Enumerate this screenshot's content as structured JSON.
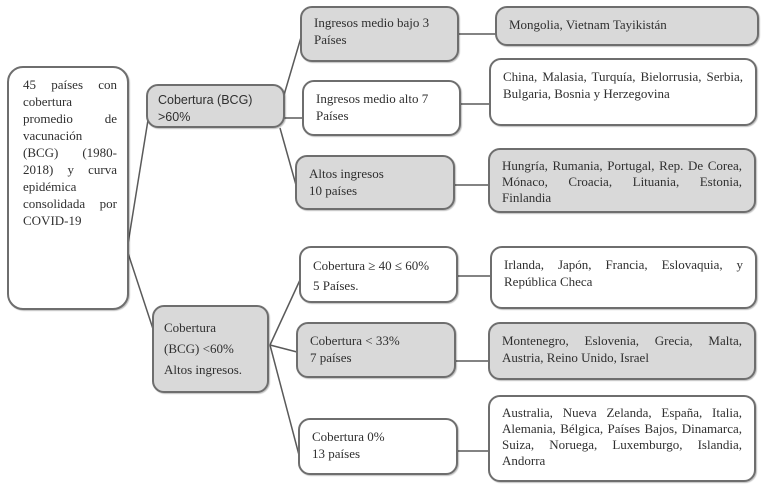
{
  "diagram": {
    "type": "tree",
    "colors": {
      "shaded_fill": "#d9d9d9",
      "plain_fill": "#ffffff",
      "border": "#6e6e6e",
      "connector": "#5a5a5a"
    },
    "root": {
      "text": "45 países con cobertura promedio de vacunación (BCG) (1980-2018) y curva epidémica consolidada por COVID-19"
    },
    "branches": [
      {
        "text": "Cobertura (BCG)\n>60%",
        "shaded": true,
        "groups": [
          {
            "text": "Ingresos medio bajo 3\nPaíses",
            "shaded": true,
            "countries": "Mongolia, Vietnam Tayikistán"
          },
          {
            "text": "Ingresos medio alto 7\nPaíses",
            "shaded": false,
            "countries": "China, Malasia, Turquía, Bielorrusia, Serbia, Bulgaria, Bosnia y Herzegovina"
          },
          {
            "text": "Altos ingresos\n10 países",
            "shaded": true,
            "countries": "Hungría, Rumania, Portugal, Rep. De Corea, Mónaco, Croacia, Lituania, Estonia, Finlandia"
          }
        ]
      },
      {
        "text": "Cobertura\n(BCG)   <60%\nAltos ingresos.",
        "shaded": true,
        "groups": [
          {
            "text": "Cobertura ≥ 40 ≤ 60%\n5 Países.",
            "shaded": false,
            "countries": "Irlanda, Japón, Francia, Eslovaquia, y República Checa"
          },
          {
            "text": "Cobertura < 33%\n7 países",
            "shaded": true,
            "countries": "Montenegro, Eslovenia, Grecia, Malta, Austria, Reino Unido, Israel"
          },
          {
            "text": "Cobertura 0%\n13 países",
            "shaded": false,
            "countries": "Australia, Nueva Zelanda, España, Italia, Alemania, Bélgica, Países Bajos, Dinamarca, Suiza, Noruega, Luxemburgo, Islandia, Andorra"
          }
        ]
      }
    ]
  }
}
